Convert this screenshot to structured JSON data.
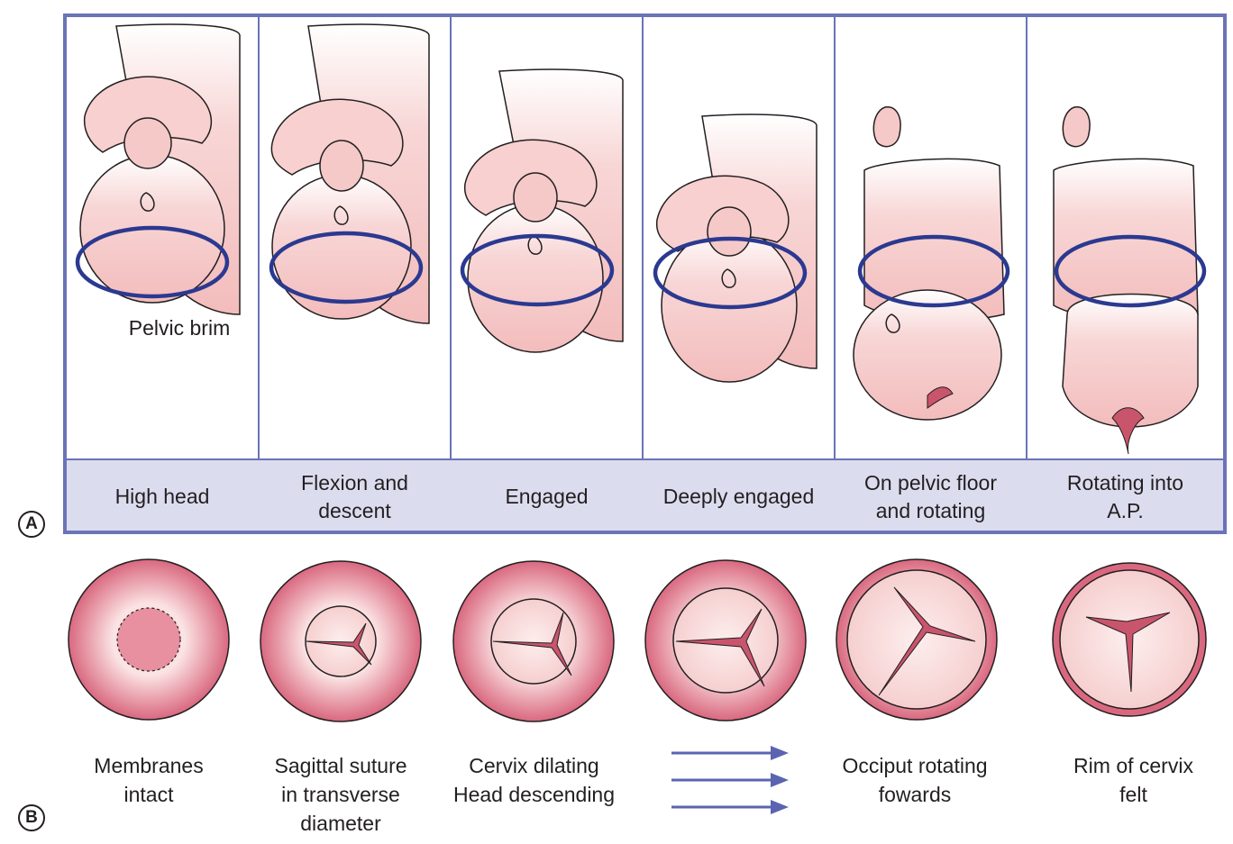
{
  "panel_a": {
    "badge": "A",
    "brim_label": "Pelvic brim",
    "stages": [
      {
        "label": "High head"
      },
      {
        "label": "Flexion and\ndescent"
      },
      {
        "label": "Engaged"
      },
      {
        "label": "Deeply engaged"
      },
      {
        "label": "On pelvic floor\nand rotating"
      },
      {
        "label": "Rotating into\nA.P."
      }
    ]
  },
  "panel_b": {
    "badge": "B",
    "cervix_views": [
      {
        "label": "Membranes\nintact"
      },
      {
        "label": "Sagittal suture\nin transverse\ndiameter"
      },
      {
        "label": "Cervix dilating\nHead descending"
      },
      {
        "label": ""
      },
      {
        "label": "Occiput rotating\nfowards"
      },
      {
        "label": "Rim of cervix\nfelt"
      }
    ]
  },
  "colors": {
    "frame": "#6a74b6",
    "label_band": "#dcdcef",
    "pelvic_ring": "#2b3990",
    "skin": "#f6c9c9",
    "cervix_outer": "#d9687f",
    "cervix_inner": "#fbe3e3",
    "arrow": "#5b64b0"
  }
}
